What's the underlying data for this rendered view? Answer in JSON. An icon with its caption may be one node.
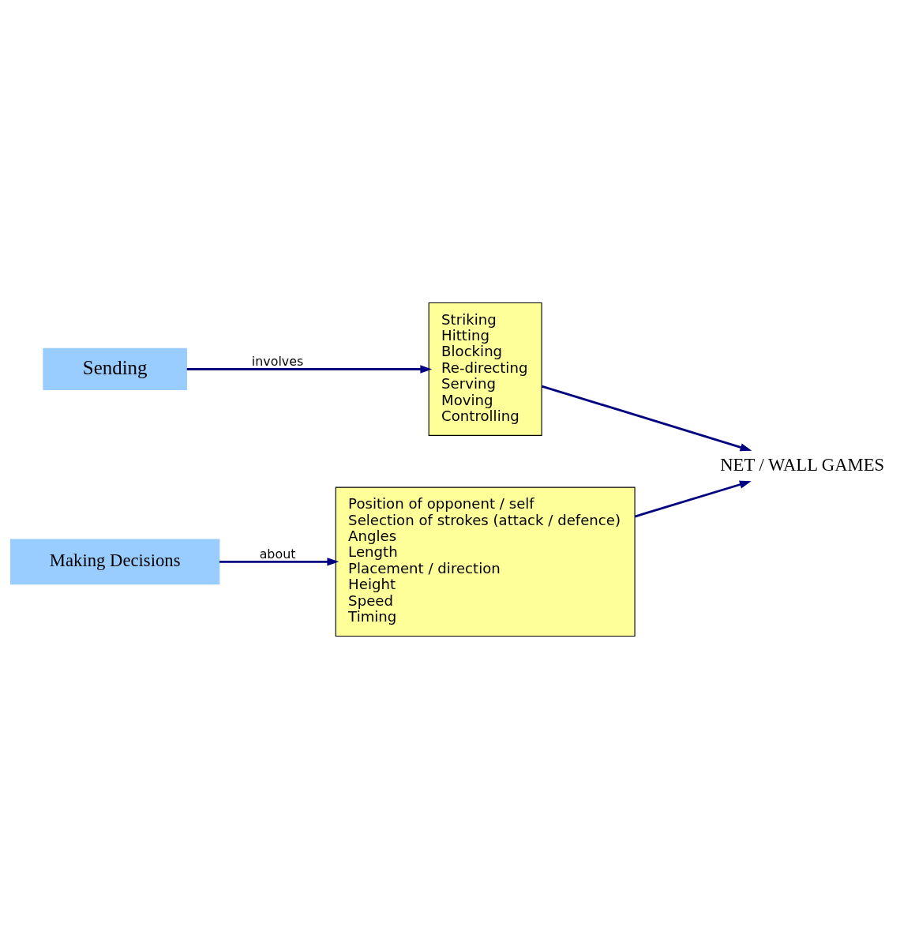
{
  "diagram": {
    "nodes": [
      {
        "text": [
          "Sending"
        ]
      },
      {
        "text": [
          "Striking",
          "Hitting",
          "Blocking",
          "Re-directing",
          "Serving",
          "Moving",
          "Controlling"
        ]
      },
      {
        "text": [
          "NET / WALL GAMES"
        ]
      },
      {
        "text": [
          "Making Decisions"
        ]
      },
      {
        "text": [
          "Position of opponent / self",
          "Selection of strokes (attack / defence)",
          "Angles",
          "Length",
          "Placement / direction",
          "Height",
          "Speed",
          "Timing"
        ]
      }
    ],
    "edges": [
      {
        "from": 0,
        "to": 1,
        "arrow": "to",
        "label": "involves"
      },
      {
        "from": 1,
        "to": 2,
        "arrow": "to"
      },
      {
        "from": 3,
        "to": 4,
        "arrow": "to",
        "label": "about"
      },
      {
        "from": 4,
        "to": 2,
        "arrow": "to"
      }
    ]
  }
}
